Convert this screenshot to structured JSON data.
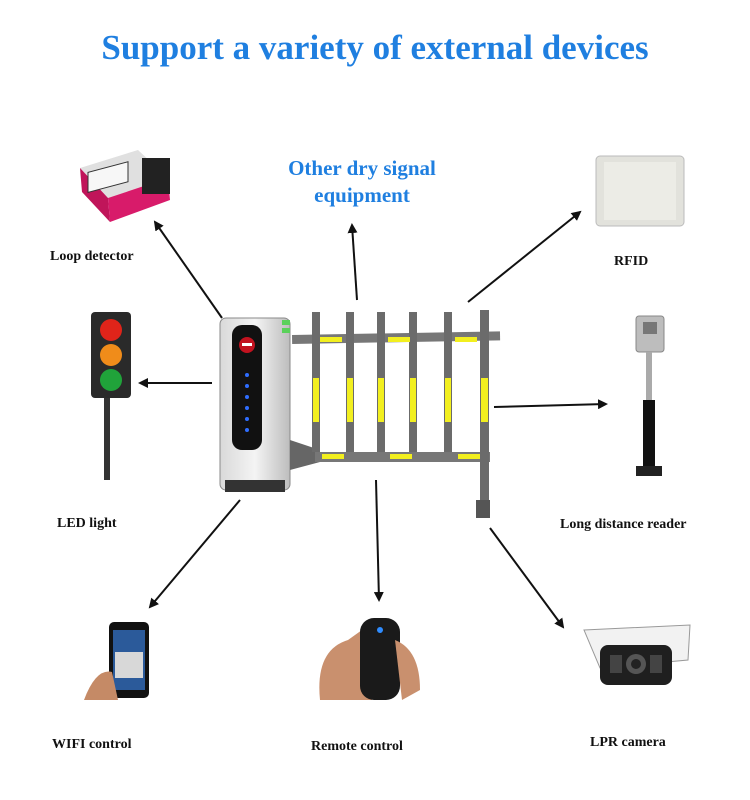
{
  "title": "Support a variety of external devices",
  "center_label": [
    "Other dry signal",
    "equipment"
  ],
  "devices": {
    "loop_detector": "Loop detector",
    "rfid": "RFID",
    "led_light": "LED light",
    "long_distance_reader": "Long distance reader",
    "wifi_control": "WIFI control",
    "remote_control": "Remote control",
    "lpr_camera": "LPR camera"
  },
  "colors": {
    "title": "#1f7fe0",
    "stripe": "#f2ef1f",
    "arrow": "#111111"
  }
}
